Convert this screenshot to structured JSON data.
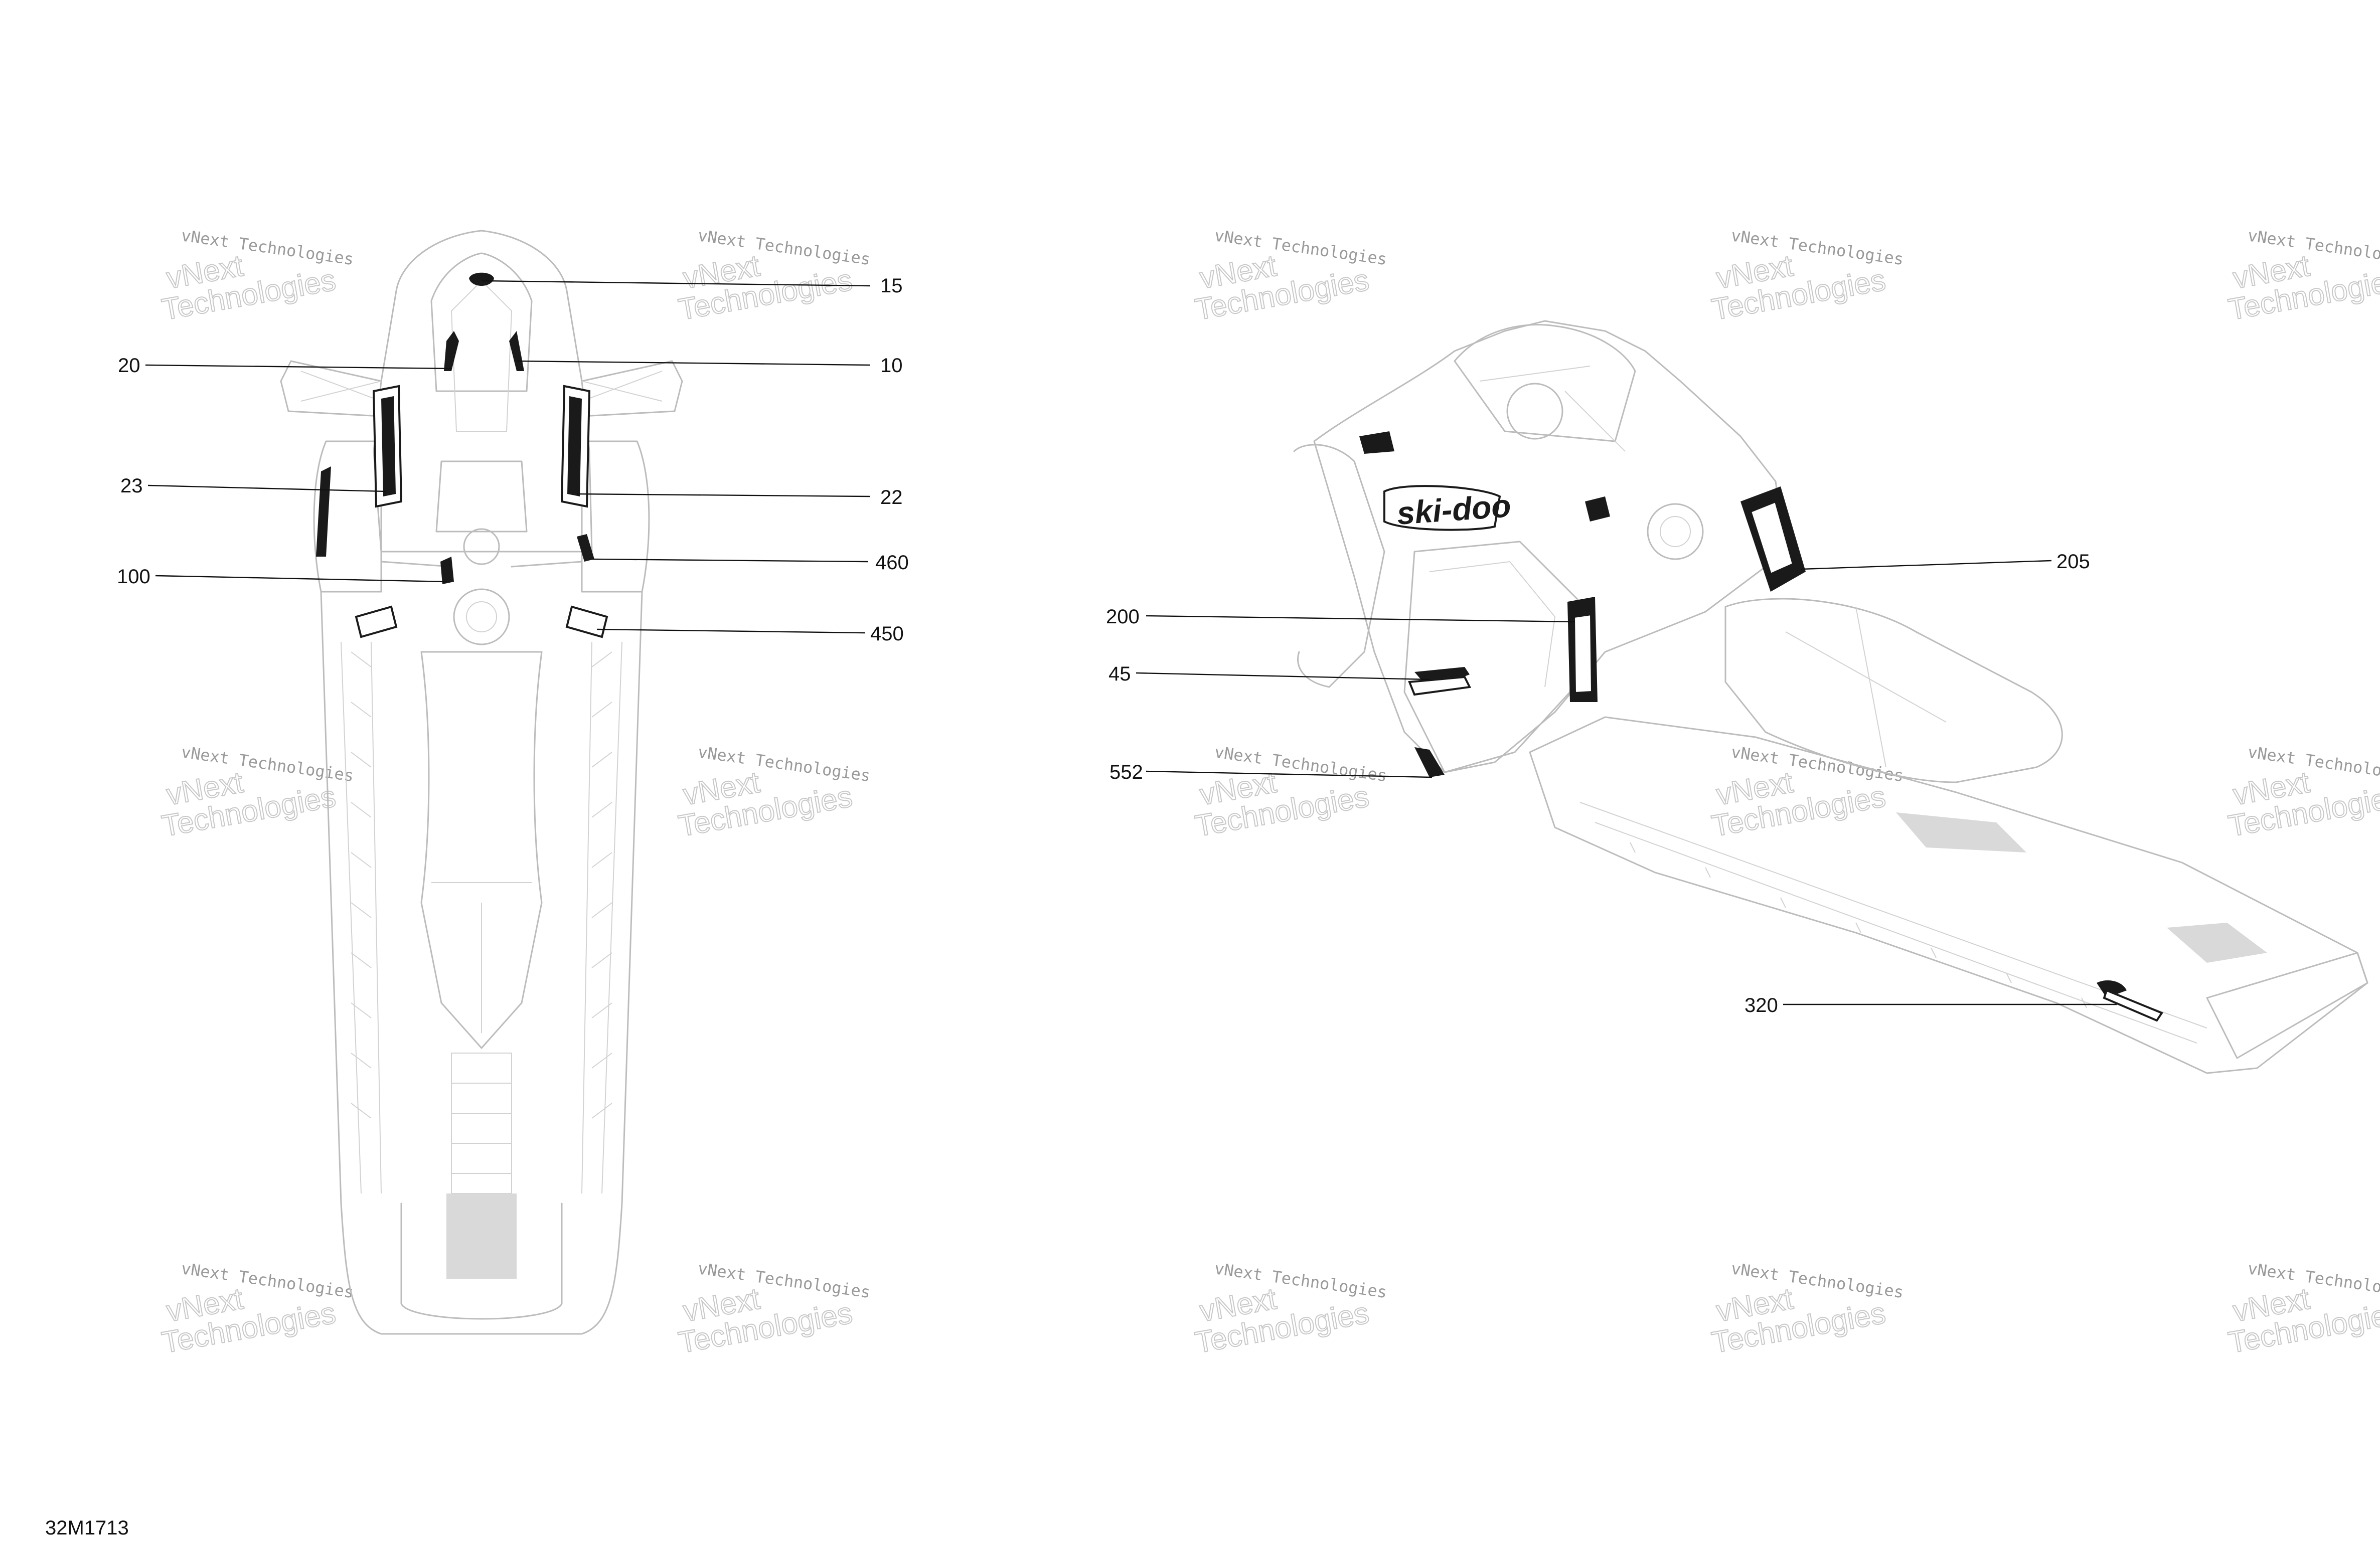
{
  "watermark": {
    "small_text": "vNext Technologies",
    "big_line1": "vNext",
    "big_line2": "Technologies"
  },
  "top_view": {
    "callouts": [
      {
        "id": "c15",
        "label": "15"
      },
      {
        "id": "c20",
        "label": "20"
      },
      {
        "id": "c10",
        "label": "10"
      },
      {
        "id": "c23",
        "label": "23"
      },
      {
        "id": "c22",
        "label": "22"
      },
      {
        "id": "c460",
        "label": "460"
      },
      {
        "id": "c100",
        "label": "100"
      },
      {
        "id": "c450",
        "label": "450"
      }
    ]
  },
  "side_view": {
    "callouts": [
      {
        "id": "c205",
        "label": "205"
      },
      {
        "id": "c200",
        "label": "200"
      },
      {
        "id": "c45",
        "label": "45"
      },
      {
        "id": "c552",
        "label": "552"
      },
      {
        "id": "c320",
        "label": "320"
      }
    ]
  },
  "brand_decal_text": "ski-doo",
  "figure_code": "32M1713"
}
